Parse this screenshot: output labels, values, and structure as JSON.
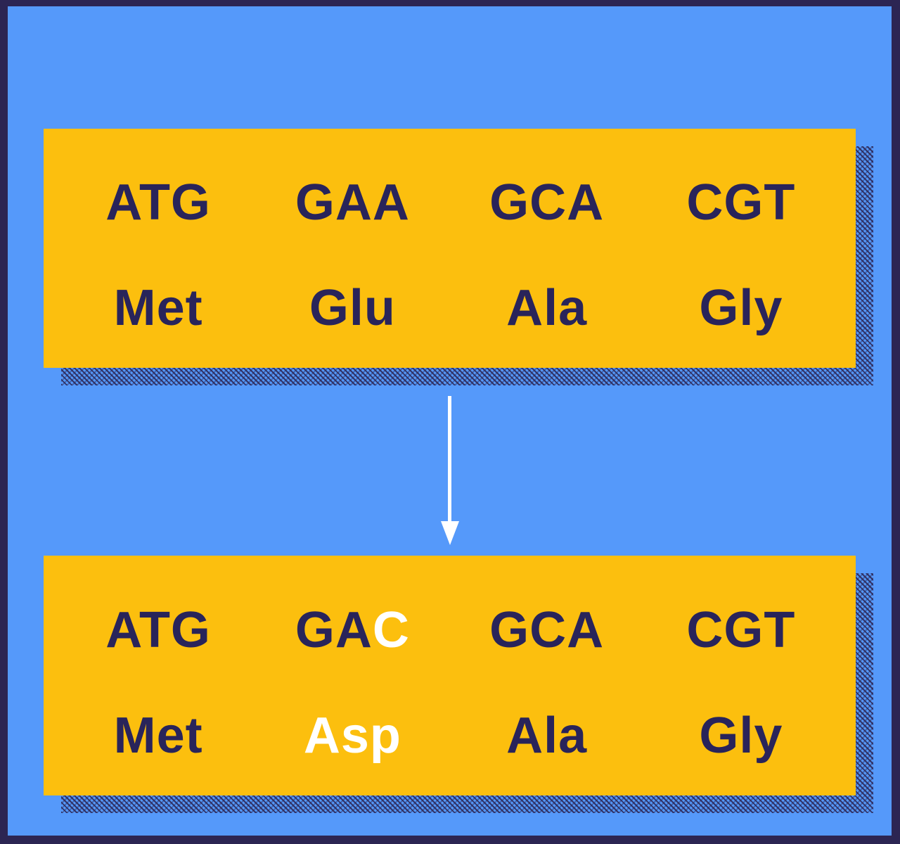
{
  "figure": {
    "type": "point-mutation-diagram"
  },
  "colors": {
    "frame_border": "#2c2553",
    "background": "#5599fa",
    "panel": "#fcbf0e",
    "text": "#29245a",
    "highlight_text": "#ffffff",
    "arrow": "#ffffff"
  },
  "original_sequence": {
    "codons": [
      "ATG",
      "GAA",
      "GCA",
      "CGT"
    ],
    "amino_acids": [
      "Met",
      "Glu",
      "Ala",
      "Gly"
    ]
  },
  "mutated_sequence": {
    "codons": [
      {
        "normal": "ATG",
        "highlight": ""
      },
      {
        "normal": "GA",
        "highlight": "C"
      },
      {
        "normal": "GCA",
        "highlight": ""
      },
      {
        "normal": "CGT",
        "highlight": ""
      }
    ],
    "amino_acids": [
      {
        "text": "Met",
        "highlighted": false
      },
      {
        "text": "Asp",
        "highlighted": true
      },
      {
        "text": "Ala",
        "highlighted": false
      },
      {
        "text": "Gly",
        "highlighted": false
      }
    ]
  }
}
